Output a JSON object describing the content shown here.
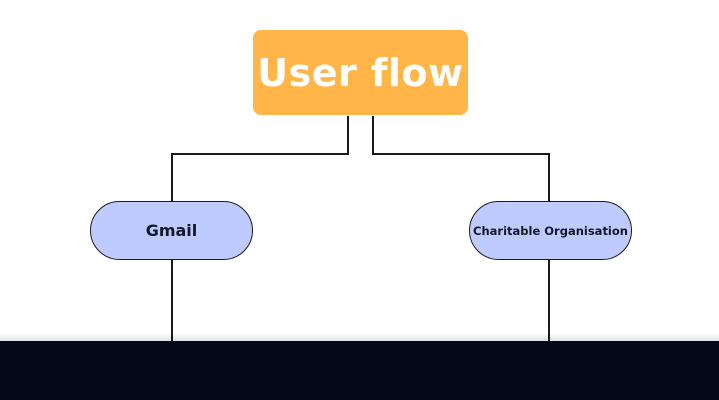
{
  "diagram": {
    "title": "User flow",
    "nodes": [
      {
        "id": "gmail",
        "label": "Gmail"
      },
      {
        "id": "charitable-organisation",
        "label": "Charitable Organisation"
      }
    ],
    "edges": [
      {
        "from": "title",
        "to": "gmail"
      },
      {
        "from": "title",
        "to": "charitable-organisation"
      }
    ]
  },
  "colors": {
    "title_fill": "#FFB547",
    "node_fill": "#BFCBFF",
    "line": "#1A1A1A",
    "bottom_bar": "#050A1A"
  }
}
